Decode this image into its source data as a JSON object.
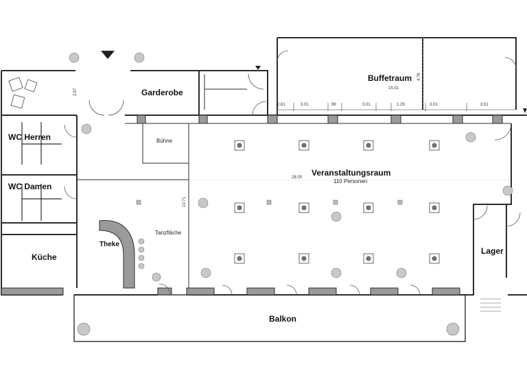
{
  "rooms": {
    "garderobe": "Garderobe",
    "buffetraum": "Buffetraum",
    "wc_herren": "WC Herren",
    "wc_damen": "WC Damen",
    "buehne": "Bühne",
    "veranstaltungsraum": "Veranstaltungsraum",
    "veranstaltungsraum_capacity": "110 Personen",
    "tanzflaeche": "Tanzfläche",
    "theke": "Theke",
    "kueche": "Küche",
    "lager": "Lager",
    "balkon": "Balkon"
  },
  "dimensions": {
    "garderobe_height": "2.67",
    "buffet_width": "15.01",
    "buffet_depth": "4.76",
    "seg1": "2.61",
    "seg2": "3.01",
    "seg3": "99",
    "seg4": "3.01",
    "seg5": "1.29",
    "seg6": "3.01",
    "seg7": "3.51",
    "hall_length": "28.05",
    "hall_depth": "10.71"
  },
  "colors": {
    "wall": "#2b2b2b",
    "wall_fill": "#9a9a9a",
    "line": "#555555",
    "plant": "#8a8a8a"
  }
}
